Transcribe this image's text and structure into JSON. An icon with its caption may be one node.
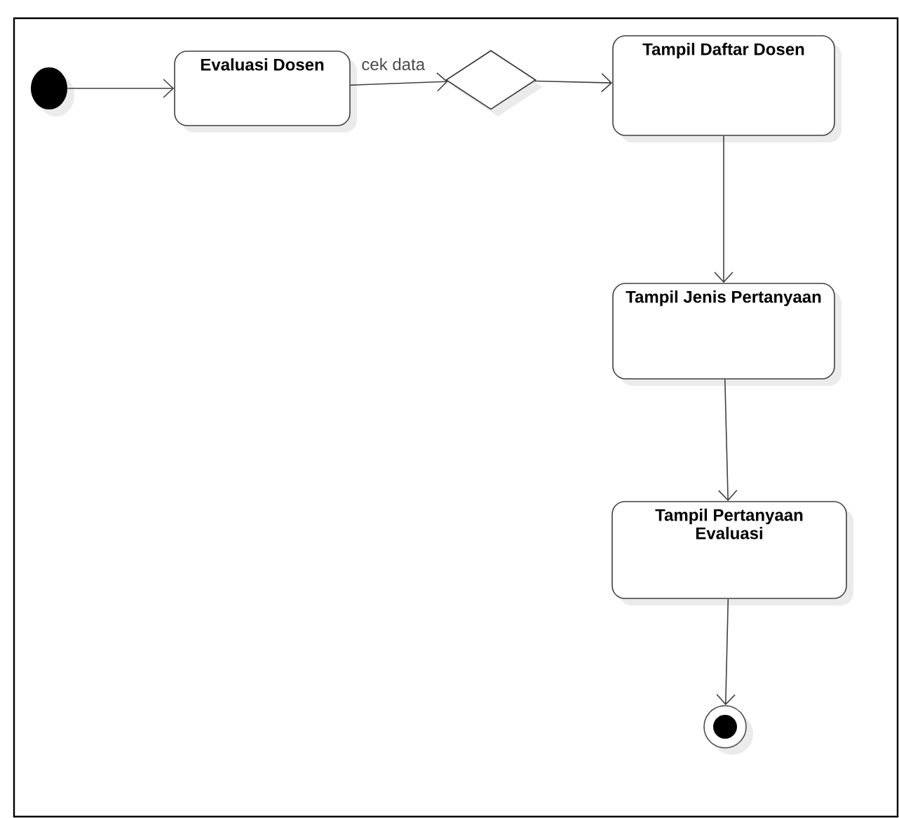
{
  "diagram": {
    "nodes": [
      {
        "text": [],
        "shape": "circle"
      },
      {
        "text": [
          "Evaluasi Dosen"
        ]
      },
      {
        "text": [],
        "shape": "diamond"
      },
      {
        "text": [
          "Tampil Daftar Dosen"
        ]
      },
      {
        "text": [
          "Tampil Jenis Pertanyaan"
        ]
      },
      {
        "text": [
          "Tampil Pertanyaan Evaluasi"
        ]
      },
      {
        "text": [],
        "shape": "circle"
      }
    ],
    "edges": [
      {
        "from": 0,
        "to": 1,
        "arrow": "to"
      },
      {
        "from": 1,
        "to": 2,
        "arrow": "to",
        "label": "cek data"
      },
      {
        "from": 2,
        "to": 3,
        "arrow": "to"
      },
      {
        "from": 3,
        "to": 4,
        "arrow": "to"
      },
      {
        "from": 4,
        "to": 5,
        "arrow": "to"
      },
      {
        "from": 5,
        "to": 6,
        "arrow": "to"
      }
    ]
  }
}
